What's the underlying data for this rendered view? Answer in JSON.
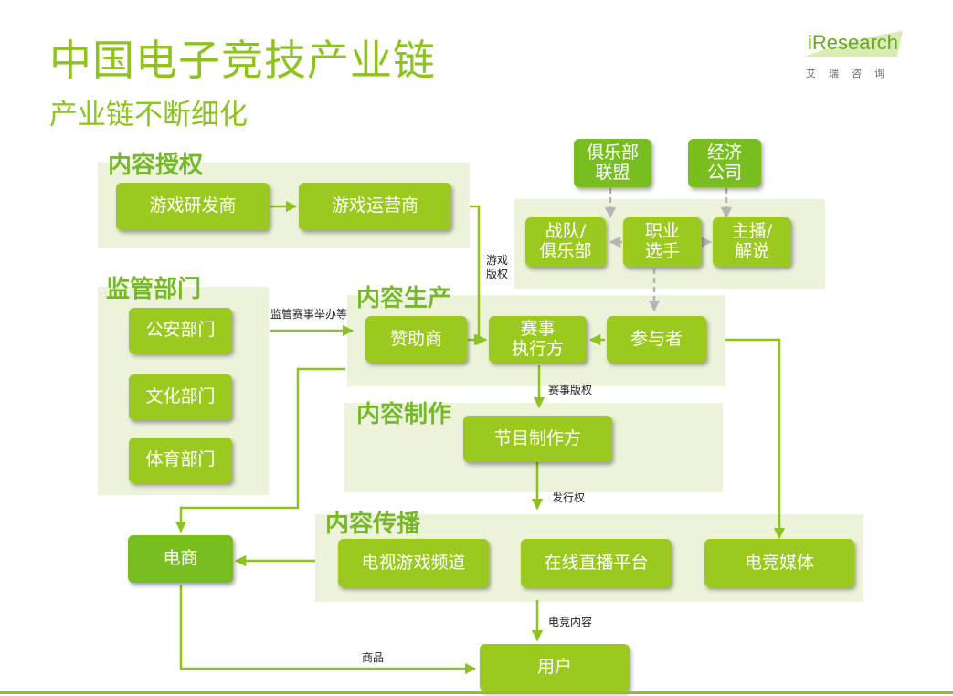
{
  "header": {
    "title": "中国电子竞技产业链",
    "subtitle": "产业链不断细化"
  },
  "logo": {
    "brand": "iResearch",
    "cn": "艾瑞咨询"
  },
  "colors": {
    "accent": "#8dc21f",
    "box": "#9bc91f",
    "panel": "#ecf3da"
  },
  "sections": {
    "licensing": "内容授权",
    "regulation": "监管部门",
    "production": "内容生产",
    "creation": "内容制作",
    "distribution": "内容传播"
  },
  "nodes": {
    "game_developer": "游戏研发商",
    "game_operator": "游戏运营商",
    "public_security": "公安部门",
    "culture_dept": "文化部门",
    "sports_dept": "体育部门",
    "club_league": "俱乐部\n联盟",
    "agency": "经济\n公司",
    "team_club": "战队/\n俱乐部",
    "pro_player": "职业\n选手",
    "streamer": "主播/\n解说",
    "sponsor": "赞助商",
    "event_organizer": "赛事\n执行方",
    "participants": "参与者",
    "program_producer": "节目制作方",
    "ecommerce": "电商",
    "tv_channel": "电视游戏频道",
    "live_platform": "在线直播平台",
    "esports_media": "电竞媒体",
    "users": "用户"
  },
  "edge_labels": {
    "game_rights": "游戏\n版权",
    "regulation_note": "监管赛事举办等",
    "event_rights": "赛事版权",
    "distribution_rights": "发行权",
    "esports_content": "电竞内容",
    "goods": "商品"
  }
}
